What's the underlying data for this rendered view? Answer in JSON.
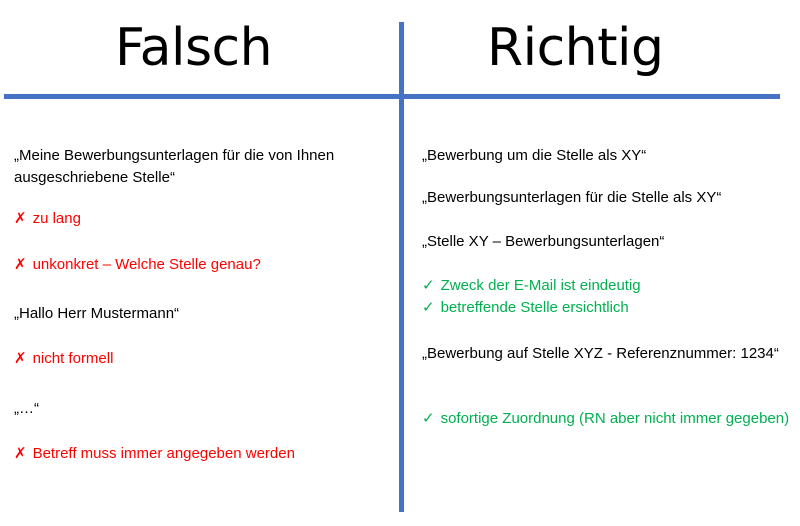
{
  "headings": {
    "left": "Falsch",
    "right": "Richtig"
  },
  "colors": {
    "divider": "#4472c4",
    "wrong": "#ff0000",
    "right": "#00b050"
  },
  "left": {
    "example1": "„Meine Bewerbungsunterlagen für die von Ihnen ausgeschriebene Stelle“",
    "note1_mark": "✗",
    "note1": "zu lang",
    "note2_mark": "✗",
    "note2": "unkonkret – Welche Stelle genau?",
    "example2": "„Hallo Herr Mustermann“",
    "note3_mark": "✗",
    "note3": "nicht formell",
    "example3": "„…“",
    "note4_mark": "✗",
    "note4": "Betreff muss immer angegeben werden"
  },
  "right": {
    "example1": "„Bewerbung um die Stelle als XY“",
    "example2": "„Bewerbungsunterlagen für die Stelle als XY“",
    "example3": "„Stelle XY – Bewerbungsunterlagen“",
    "note1_mark": "✓",
    "note1": "Zweck der E-Mail ist eindeutig",
    "note2_mark": "✓",
    "note2": "betreffende Stelle ersichtlich",
    "example4": "„Bewerbung auf Stelle XYZ - Referenznummer: 1234“",
    "note3_mark": "✓",
    "note3": "sofortige Zuordnung (RN aber nicht immer gegeben)"
  }
}
